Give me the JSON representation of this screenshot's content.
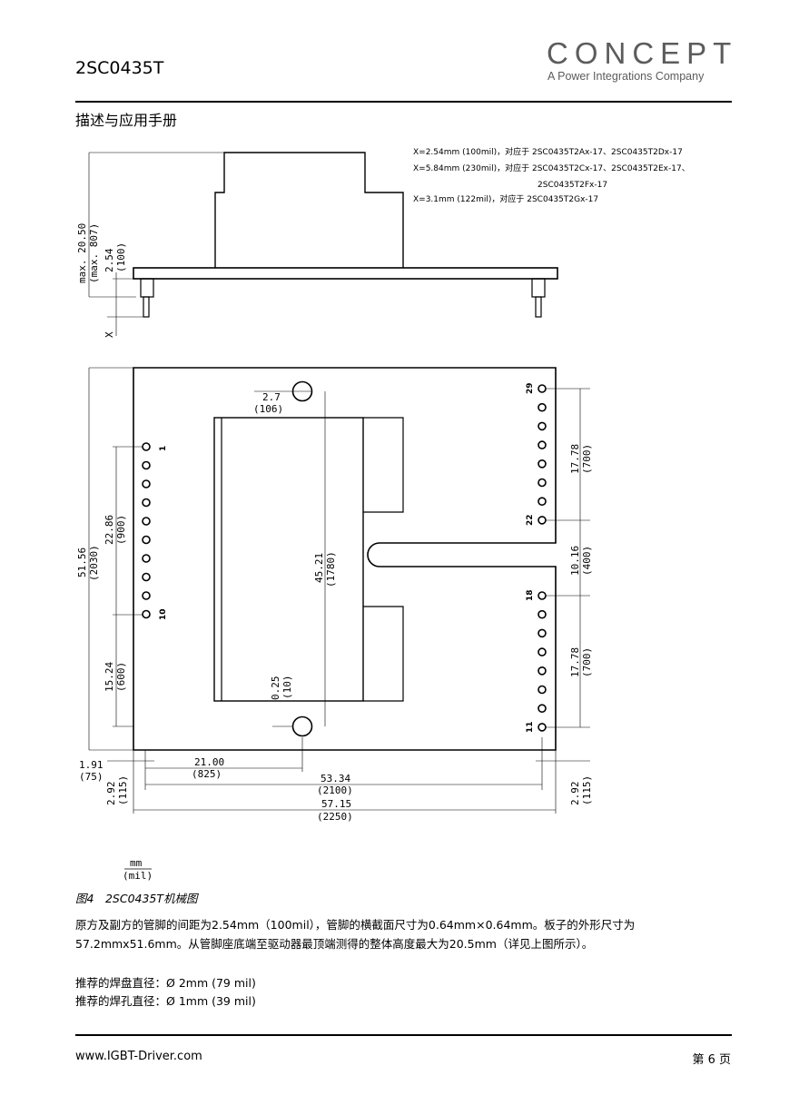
{
  "header": {
    "doc_title": "2SC0435T",
    "logo_word": "CONCEPT",
    "logo_tagline": "A Power Integrations Company",
    "section": "描述与应用手册"
  },
  "notes": {
    "line1": "X=2.54mm (100mil)，对应于 2SC0435T2Ax-17、2SC0435T2Dx-17",
    "line2": "X=5.84mm (230mil)，对应于 2SC0435T2Cx-17、2SC0435T2Ex-17、",
    "line3": "2SC0435T2Fx-17",
    "line4": "X=3.1mm (122mil)，对应于 2SC0435T2Gx-17"
  },
  "side_dims": {
    "height_max": "max. 20.50",
    "height_max_mil": "(max. 807)",
    "pin_pitch": "2.54",
    "pin_pitch_mil": "(100)",
    "x_label": "X"
  },
  "top_dims": {
    "hole_dia": "2.7",
    "hole_dia_mil": "(106)",
    "hole_span": "45.21",
    "hole_span_mil": "(1780)",
    "small_gap": "0.25",
    "small_gap_mil": "(10)",
    "board_h": "51.56",
    "board_h_mil": "(2030)",
    "left_pins": "22.86",
    "left_pins_mil": "(900)",
    "left_lower": "15.24",
    "left_lower_mil": "(600)",
    "right_upper": "17.78",
    "right_upper_mil": "(700)",
    "slot": "10.16",
    "slot_mil": "(400)",
    "right_lower": "17.78",
    "right_lower_mil": "(700)",
    "left_offset": "1.91",
    "left_offset_mil": "(75)",
    "bottom_left": "2.92",
    "bottom_left_mil": "(115)",
    "bottom_right": "2.92",
    "bottom_right_mil": "(115)",
    "hole_x": "21.00",
    "hole_x_mil": "(825)",
    "pin_span": "53.34",
    "pin_span_mil": "(2100)",
    "board_w": "57.15",
    "board_w_mil": "(2250)"
  },
  "pin_labels": {
    "p1": "1",
    "p10": "10",
    "p29": "29",
    "p22": "22",
    "p18": "18",
    "p11": "11"
  },
  "units_legend": {
    "top": "mm",
    "bottom": "(mil)"
  },
  "caption": "图4　2SC0435T机械图",
  "paragraph": "原方及副方的管脚的间距为2.54mm（100mil），管脚的横截面尺寸为0.64mm×0.64mm。板子的外形尺寸为57.2mmx51.6mm。从管脚座底端至驱动器最顶端测得的整体高度最大为20.5mm（详见上图所示）。",
  "recommend": {
    "pad": "推荐的焊盘直径：Ø 2mm (79 mil)",
    "hole": "推荐的焊孔直径：Ø 1mm (39 mil)"
  },
  "footer": {
    "url": "www.IGBT-Driver.com",
    "page": "第 6 页"
  }
}
